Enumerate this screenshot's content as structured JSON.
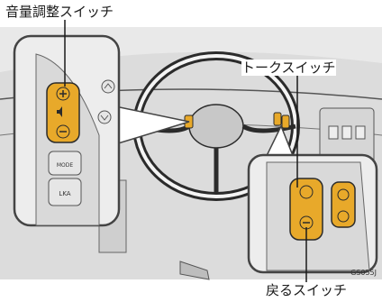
{
  "figure": {
    "callouts": {
      "volume_switch": "音量調整スイッチ",
      "talk_switch": "トークスイッチ",
      "back_switch": "戻るスイッチ"
    },
    "figure_code": "GS055J",
    "left_panel_buttons": {
      "mode": "MODE",
      "lka": "LKA"
    },
    "colors": {
      "accent": "#e8a92a",
      "background_photo": "#dcdcdc",
      "line": "#2b2b2b"
    }
  }
}
